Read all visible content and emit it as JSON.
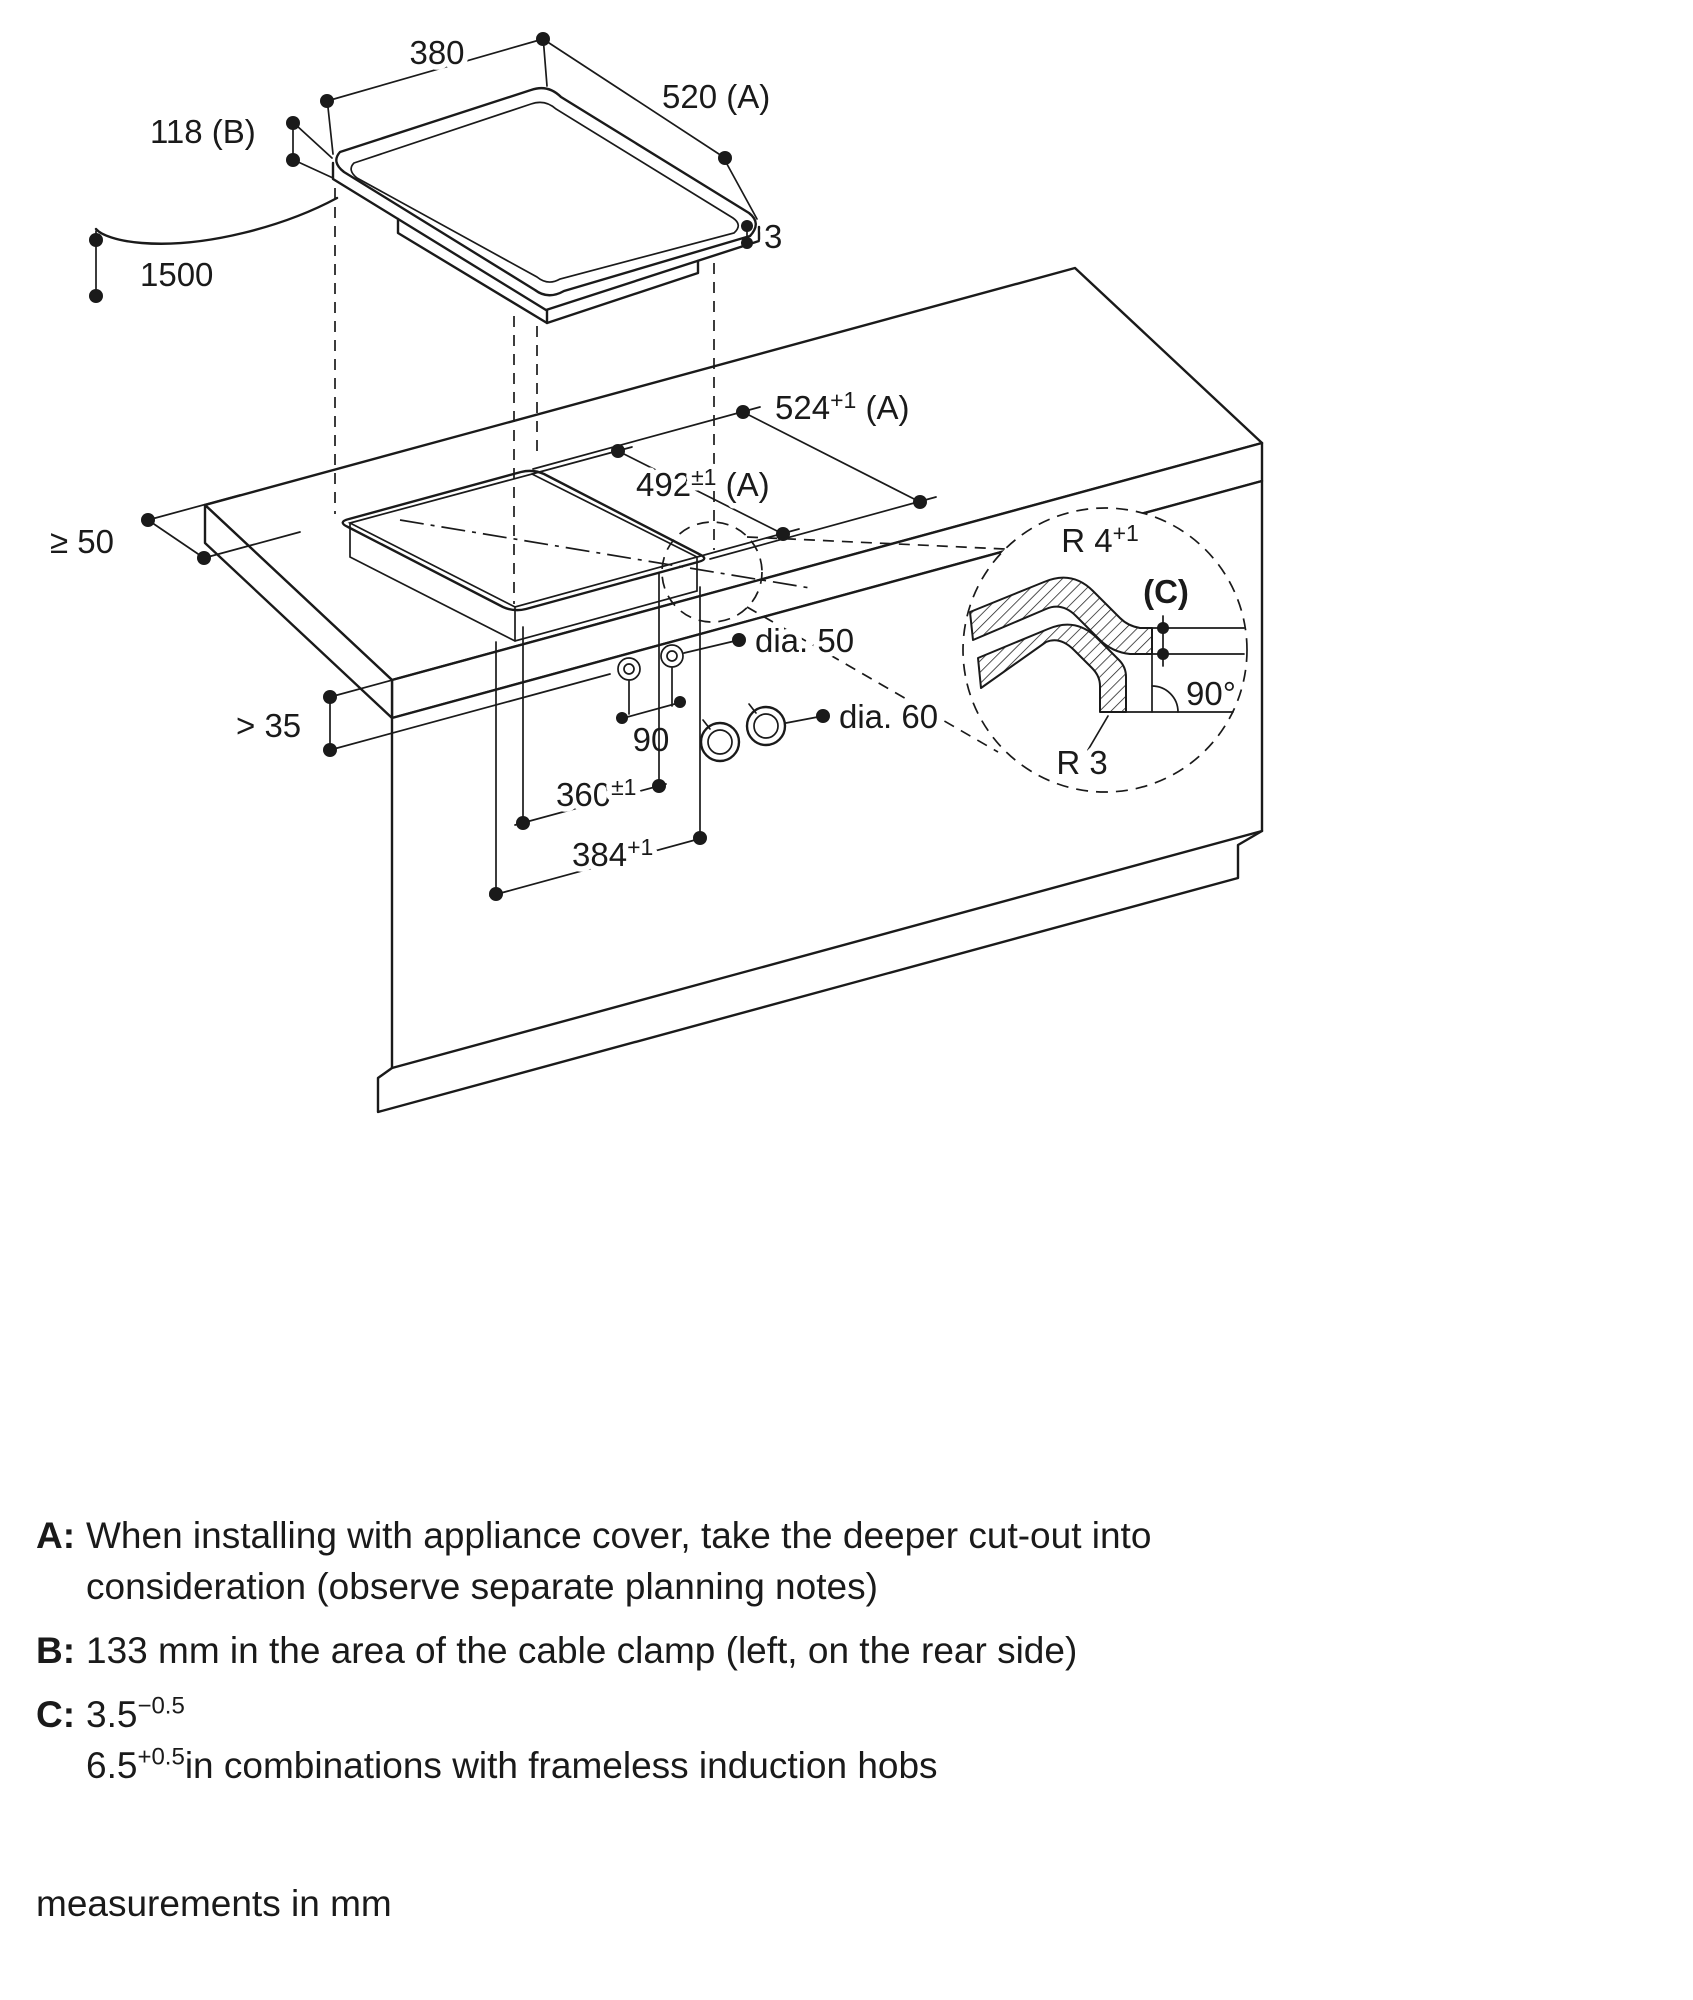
{
  "diagram": {
    "labels": {
      "hob_width": "380",
      "hob_depth": "520 (A)",
      "hob_height": "118 (B)",
      "frame_thickness": "3",
      "cable_length": "1500",
      "side_clearance": "≥ 50",
      "cutout_depth_cover": {
        "main": "524",
        "sup": "+1",
        "suffix": " (A)"
      },
      "cutout_depth": {
        "main": "492",
        "sup": "±1",
        "suffix": " (A)"
      },
      "hole_diameter": "dia. 50",
      "knob_diameter": "dia. 60",
      "hole_spacing": "90",
      "front_clearance": "> 35",
      "cutout_width": {
        "main": "360",
        "sup": "±1"
      },
      "cutout_width_cover": {
        "main": "384",
        "sup": "+1"
      },
      "radius_top": {
        "main": "R 4",
        "sup": "+1"
      },
      "detail_ref": "(C)",
      "cutout_angle": "90°",
      "radius_bottom": "R 3"
    }
  },
  "notes": {
    "a": {
      "label": "A:",
      "line1": "When installing with appliance cover, take the deeper cut-out into",
      "line2": "consideration (observe separate planning notes)"
    },
    "b": {
      "label": "B:",
      "text": "133 mm in the area of the cable clamp (left, on the rear side)"
    },
    "c": {
      "label": "C:",
      "value1": {
        "main": "3.5",
        "sup": "−0.5"
      },
      "value2": {
        "main": "6.5",
        "sup": "+0.5",
        "suffix": "in combinations with frameless induction hobs"
      }
    }
  },
  "footer": "measurements in mm"
}
